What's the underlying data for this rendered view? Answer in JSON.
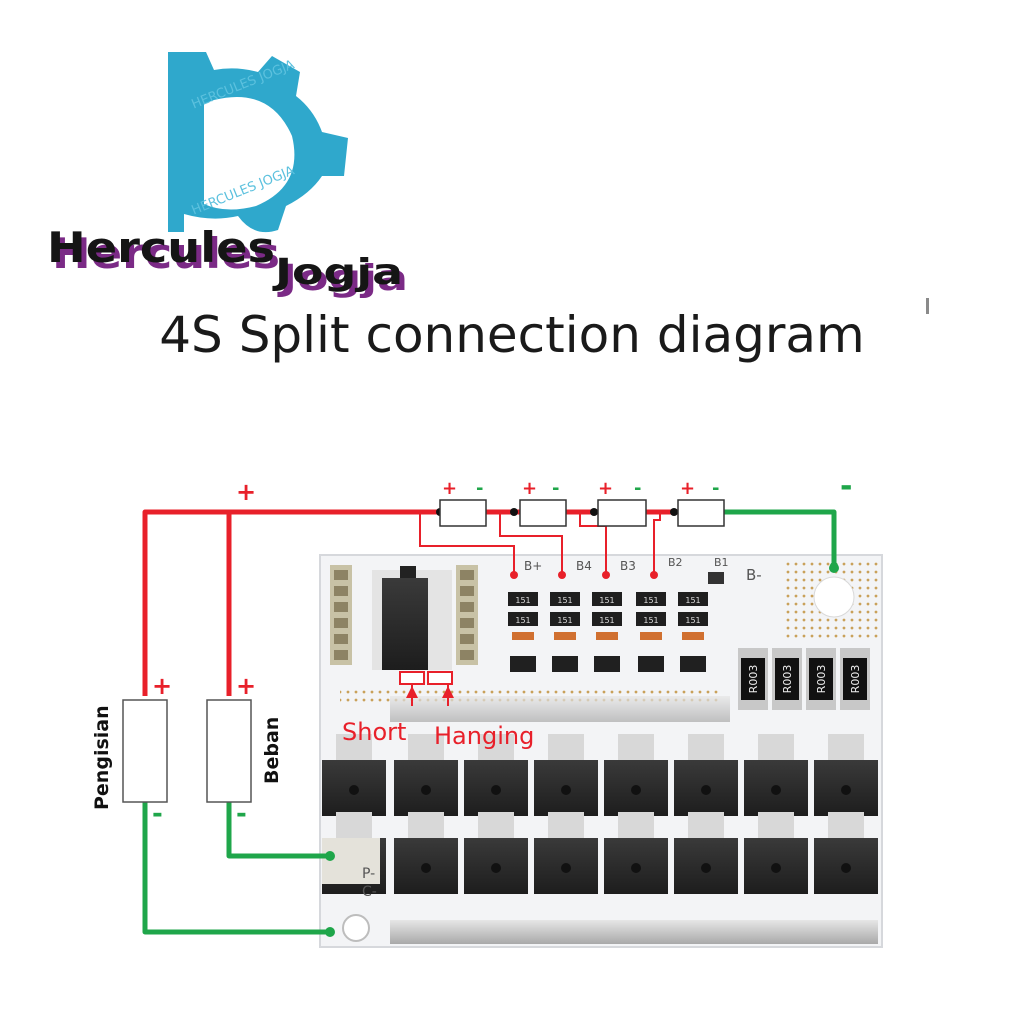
{
  "logo": {
    "word1": "Hercules",
    "word2": "Jogja",
    "watermark1": "HERCULES JOGJA",
    "watermark2": "HERCULES JOGJA",
    "gear_color": "#2fa8cc",
    "text_color": "#151515",
    "shadow_color": "#7b2a86"
  },
  "title": "4S Split connection diagram",
  "diagram": {
    "wire_positive_color": "#e8202a",
    "wire_negative_color": "#1fa64a",
    "main_plus": "+",
    "cell_plus": [
      "+",
      "+",
      "+",
      "+"
    ],
    "cell_minus": [
      "-",
      "-",
      "-",
      "-"
    ],
    "board_minus_label": "-",
    "board_labels": {
      "b_plus": "B+",
      "b4": "B4",
      "b3": "B3",
      "b2": "B2",
      "b1": "B1",
      "b_minus": "B-",
      "p_minus": "P-",
      "c_minus": "C-"
    },
    "annotation_short": "Short",
    "annotation_hanging": "Hanging",
    "charger": {
      "label": "Pengisian",
      "plus": "+",
      "minus": "-"
    },
    "load": {
      "label": "Beban",
      "plus": "+",
      "minus": "-"
    },
    "resistor_markings": [
      "151",
      "151",
      "151",
      "151",
      "151"
    ],
    "shunt_markings": [
      "R003",
      "R003",
      "R003",
      "R003"
    ]
  }
}
